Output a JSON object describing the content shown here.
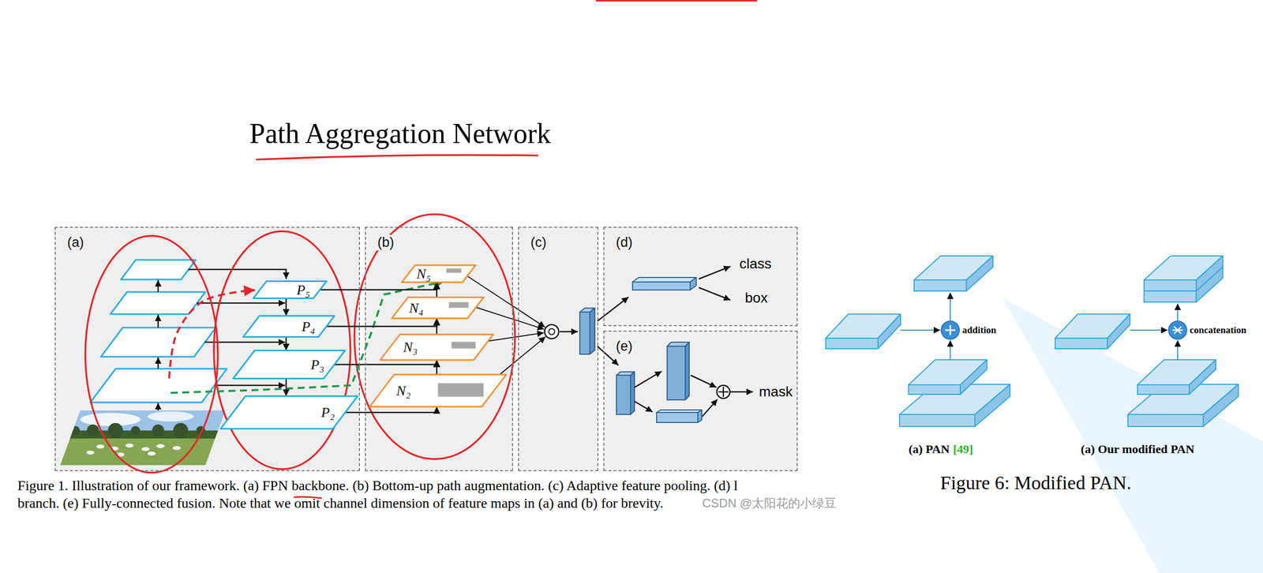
{
  "diagram": {
    "title": "Path Aggregation Network",
    "nodes": [
      {
        "text": [
          "(a)"
        ]
      },
      {
        "text": [
          "P₅"
        ],
        "in": 0
      },
      {
        "text": [
          "P₄"
        ],
        "in": 0
      },
      {
        "text": [
          "P₃"
        ],
        "in": 0
      },
      {
        "text": [
          "P₂"
        ],
        "in": 0
      },
      {
        "text": [
          "(b)"
        ]
      },
      {
        "text": [
          "N₅"
        ],
        "in": 5
      },
      {
        "text": [
          "N₄"
        ],
        "in": 5
      },
      {
        "text": [
          "N₃"
        ],
        "in": 5
      },
      {
        "text": [
          "N₂"
        ],
        "in": 5
      },
      {
        "text": [
          "(c)"
        ]
      },
      {
        "text": [
          "(d)"
        ]
      },
      {
        "text": [
          "(e)"
        ]
      }
    ],
    "edges": [
      {
        "from": 1,
        "to": 2,
        "arrow": "to"
      },
      {
        "from": 2,
        "to": 3,
        "arrow": "to"
      },
      {
        "from": 3,
        "to": 4,
        "arrow": "to"
      },
      {
        "from": 1,
        "to": 6,
        "arrow": "to"
      },
      {
        "from": 2,
        "to": 7,
        "arrow": "to"
      },
      {
        "from": 3,
        "to": 8,
        "arrow": "to"
      },
      {
        "from": 4,
        "to": 9,
        "arrow": "to"
      },
      {
        "from": 9,
        "to": 8,
        "arrow": "to"
      },
      {
        "from": 8,
        "to": 7,
        "arrow": "to"
      },
      {
        "from": 7,
        "to": 6,
        "arrow": "to"
      }
    ],
    "labels": [
      "class",
      "box",
      "mask",
      "Figure 1. Illustration of our framework. (a) FPN backbone. (b) Bottom-up path augmentation. (c) Adaptive feature pooling. (d) l",
      "branch. (e) Fully-connected fusion. Note that we omit channel dimension of feature maps in (a) and (b) for brevity.",
      "CSDN @太阳花的小绿豆",
      "addition",
      "concatenation",
      "(a) PAN",
      "[49]",
      "(a) Our modified PAN",
      "Figure 6: Modified PAN."
    ]
  }
}
